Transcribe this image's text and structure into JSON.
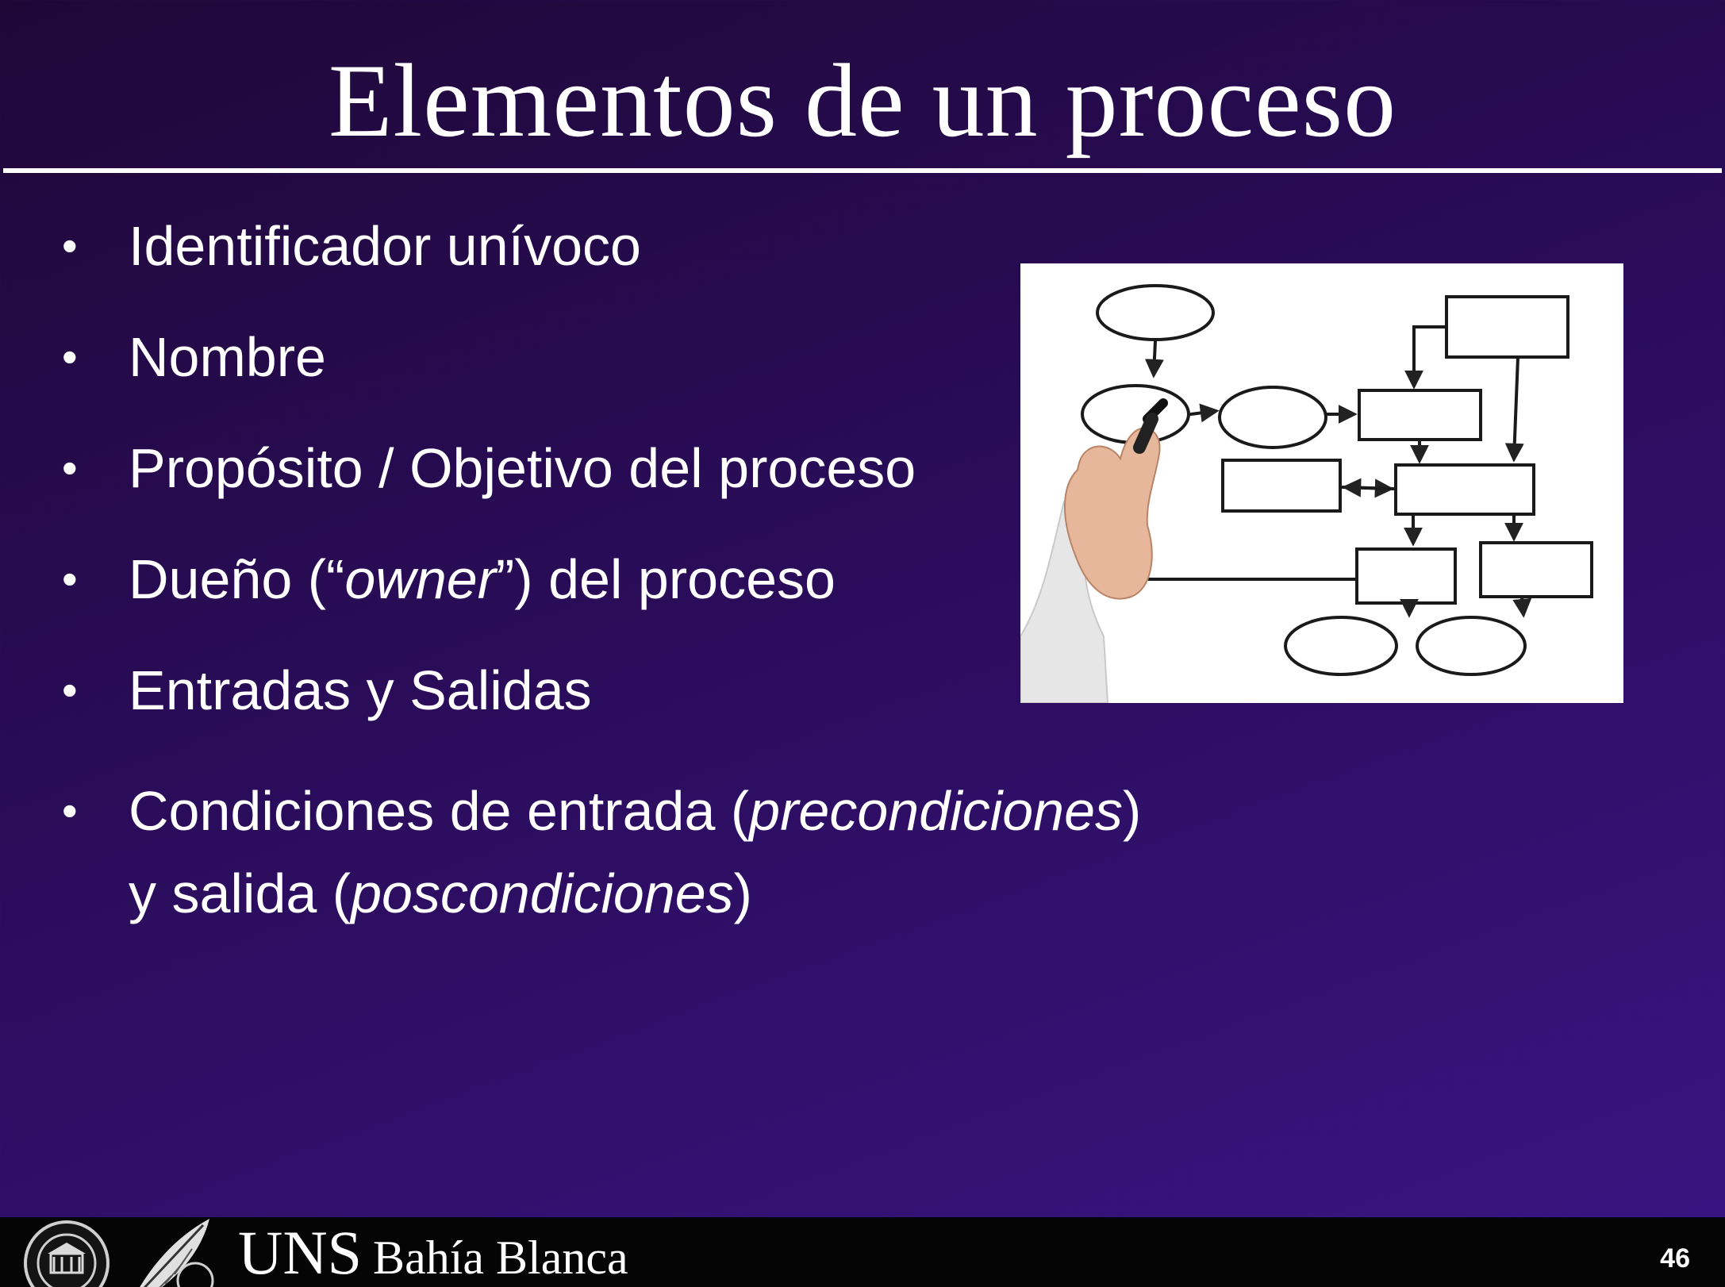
{
  "slide": {
    "title": "Elementos de un proceso",
    "bullets": [
      {
        "dot": "•",
        "text": "Identificador unívoco"
      },
      {
        "dot": "•",
        "text": "Nombre"
      },
      {
        "dot": "•",
        "text": "Propósito / Objetivo del proceso"
      },
      {
        "dot": "•",
        "before": "Dueño (“",
        "italic": "owner",
        "after": "”) del proceso"
      },
      {
        "dot": "•",
        "text": "Entradas y Salidas"
      },
      {
        "dot": "•",
        "line1_before": "Condiciones de entrada (",
        "line1_italic": "precondiciones",
        "line1_after": ")",
        "line2_before": "y salida (",
        "line2_italic": "poscondiciones",
        "line2_after": ")"
      }
    ]
  },
  "footer": {
    "brand_uns": "UNS",
    "brand_city": "Bahía Blanca",
    "page_number": "46"
  },
  "colors": {
    "background_top": "#1f0838",
    "background_bottom": "#3a1583",
    "text": "#ffffff",
    "footer": "#050505"
  },
  "icons": {
    "flowchart_image": "hand-drawing-flowchart-image",
    "seal": "university-seal-icon",
    "feather": "quill-feather-icon"
  }
}
